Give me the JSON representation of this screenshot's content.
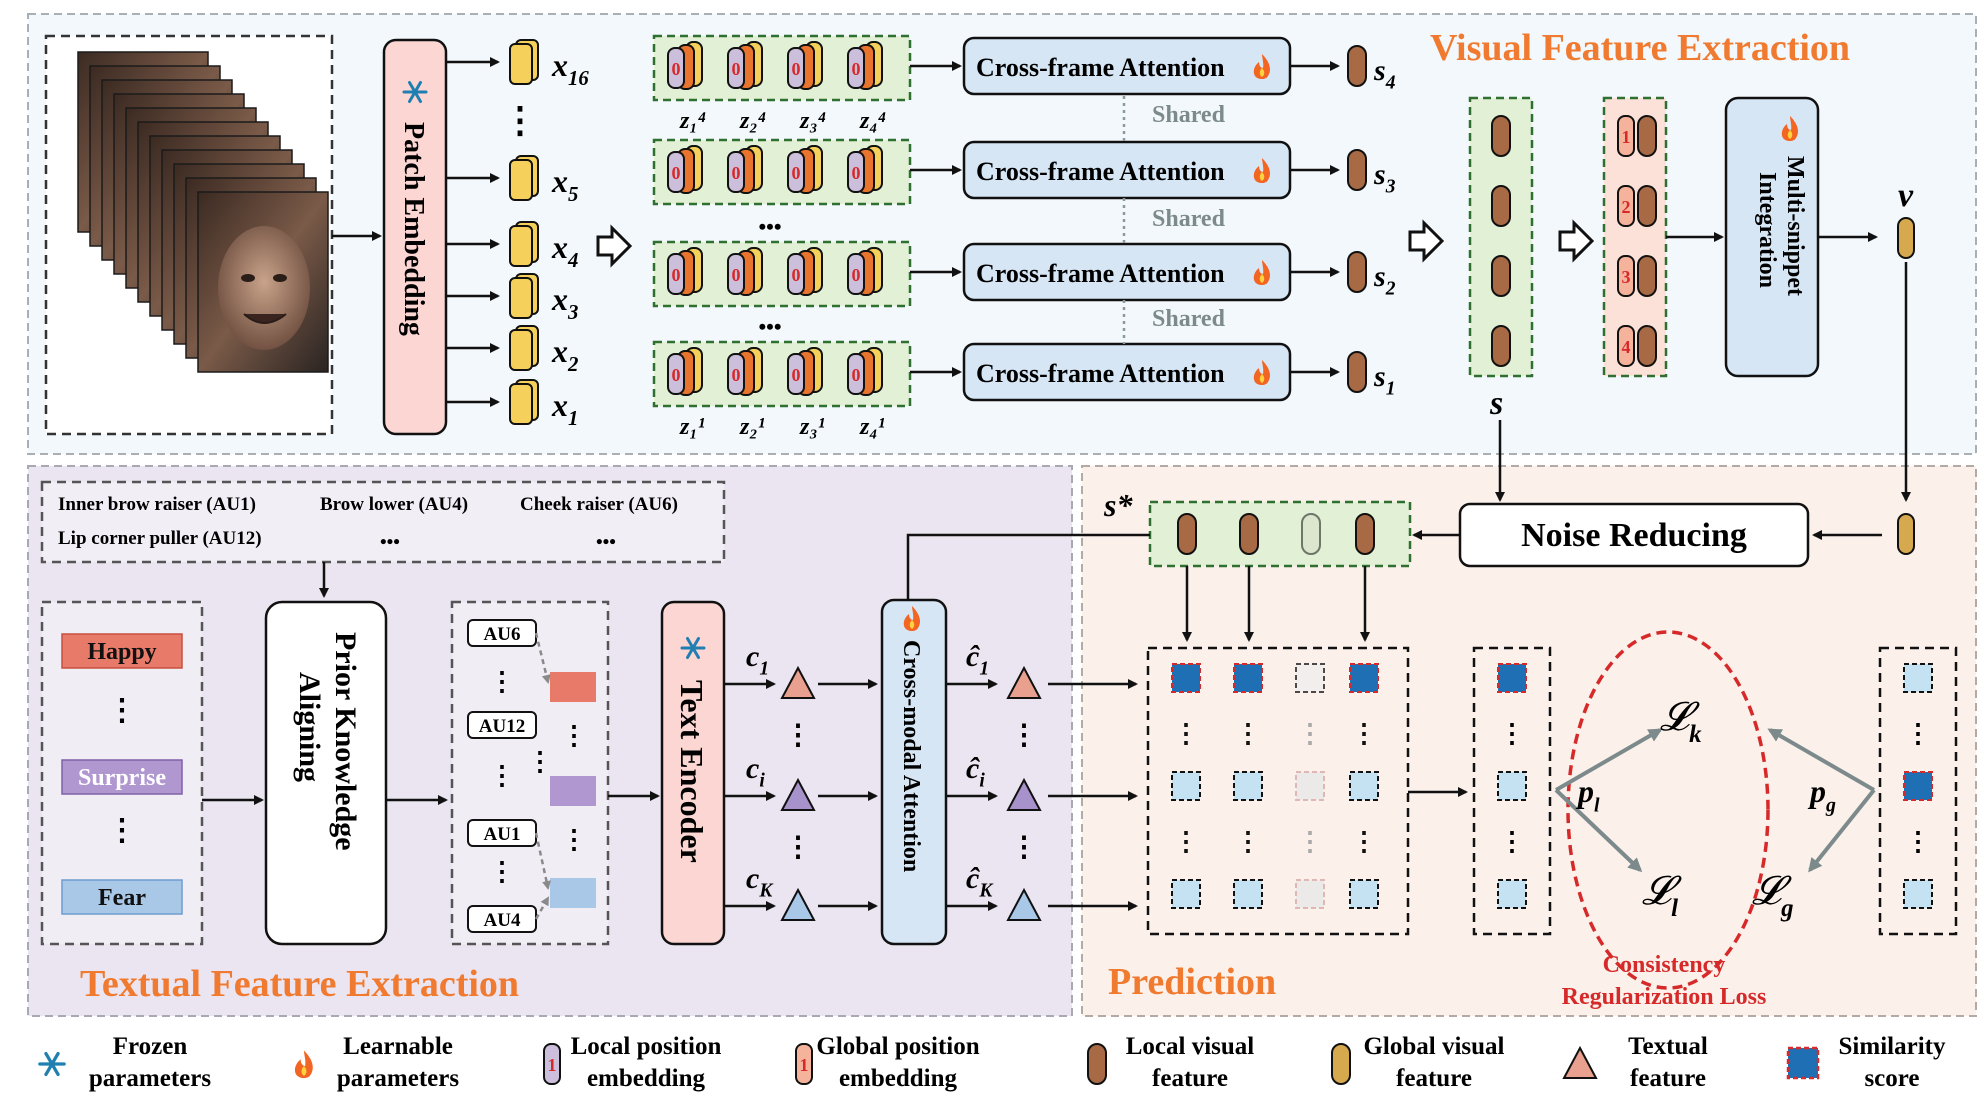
{
  "sections": {
    "visual_title": "Visual Feature Extraction",
    "textual_title": "Textual Feature Extraction",
    "prediction_title": "Prediction"
  },
  "visual": {
    "patch_embedding": "Patch Embedding",
    "patch_labels": [
      "x16",
      "x5",
      "x4",
      "x3",
      "x2",
      "x1"
    ],
    "ellipsis": "⋮",
    "snippet_rows": [
      {
        "z": [
          "z₁⁴",
          "z₂⁴",
          "z₃⁴",
          "z₄⁴"
        ],
        "s": "s4"
      },
      {
        "z": [],
        "s": "s3"
      },
      {
        "z": [],
        "s": "s2"
      },
      {
        "z": [
          "z₁¹",
          "z₂¹",
          "z₃¹",
          "z₄¹"
        ],
        "s": "s1"
      }
    ],
    "attention_label": "Cross-frame Attention",
    "shared_label": "Shared",
    "pos_zero": "0",
    "dots": "•••",
    "s_label": "s",
    "global_pos": [
      "1",
      "2",
      "3",
      "4"
    ],
    "multi_snippet": "Multi-snippet Integration",
    "v_label": "v"
  },
  "textual": {
    "au_items": [
      "Inner brow raiser (AU1)",
      "Brow lower (AU4)",
      "Cheek raiser (AU6)",
      "Lip corner puller (AU12)",
      "•••",
      "•••"
    ],
    "emotions": [
      {
        "label": "Happy",
        "fill": "#e87a6a",
        "stroke": "#c8503f"
      },
      {
        "label": "Surprise",
        "fill": "#b097cf",
        "stroke": "#7e62a8"
      },
      {
        "label": "Fear",
        "fill": "#a9c7e6",
        "stroke": "#6f9dd0"
      }
    ],
    "prior_knowledge": [
      "Prior Knowledge",
      "Aligning"
    ],
    "au_boxes": [
      "AU6",
      "AU12",
      "AU1",
      "AU4"
    ],
    "text_encoder": "Text Encoder",
    "c_labels": [
      "c1",
      "ci",
      "cK"
    ],
    "cross_modal": "Cross-modal Attention",
    "c_hat_labels": [
      "ĉ1",
      "ĉi",
      "ĉK"
    ]
  },
  "prediction": {
    "s_star": "s*",
    "noise_reducing": "Noise Reducing",
    "p_l": "pl",
    "p_g": "pg",
    "L_k": "𝓛k",
    "L_l": "𝓛l",
    "L_g": "𝓛g",
    "consistency": [
      "Consistency",
      "Regularization Loss"
    ]
  },
  "legend": [
    {
      "icon": "snowflake",
      "lines": [
        "Frozen",
        "parameters"
      ]
    },
    {
      "icon": "flame",
      "lines": [
        "Learnable",
        "parameters"
      ]
    },
    {
      "icon": "local-pos",
      "lines": [
        "Local position",
        "embedding"
      ]
    },
    {
      "icon": "global-pos",
      "lines": [
        "Global position",
        "embedding"
      ]
    },
    {
      "icon": "local-feature",
      "lines": [
        "Local visual",
        "feature"
      ]
    },
    {
      "icon": "global-feature",
      "lines": [
        "Global visual",
        "feature"
      ]
    },
    {
      "icon": "triangle",
      "lines": [
        "Textual",
        "feature"
      ]
    },
    {
      "icon": "score",
      "lines": [
        "Similarity",
        "score"
      ]
    }
  ],
  "legend_marks": {
    "local_pos": "1",
    "global_pos": "1"
  },
  "colors": {
    "local_feature": "#a86a45",
    "global_feature": "#d7a94e",
    "patch_token": "#f5d05a",
    "score_blue": "#1f6fb5",
    "score_light": "#c5e2f2",
    "loss_red": "#d62a2a",
    "title_orange": "#f07a30"
  }
}
